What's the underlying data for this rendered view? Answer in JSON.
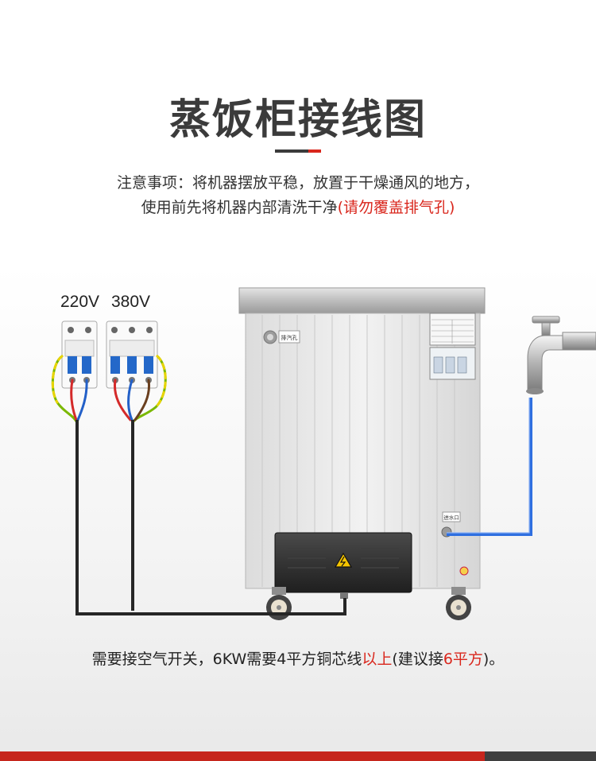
{
  "title": "蒸饭柜接线图",
  "notes": {
    "line1": "注意事项：将机器摆放平稳，放置于干燥通风的地方，",
    "line2_main": "使用前先将机器内部清洗干净",
    "line2_red": "(请勿覆盖排气孔)"
  },
  "breakers": {
    "label_220": "220V",
    "label_380": "380V"
  },
  "machine": {
    "vent_label": "排汽孔",
    "water_inlet_label": "进水口"
  },
  "bottom_note": {
    "part1": "需要接空气开关，6KW需要4平方铜芯线",
    "part2_red": "以上",
    "part3": "(建议接",
    "part4_red": "6平方",
    "part5": ")。"
  },
  "colors": {
    "accent_red": "#d9261c",
    "title_dark": "#3b3b3b",
    "water_pipe": "#2f6fe0"
  }
}
